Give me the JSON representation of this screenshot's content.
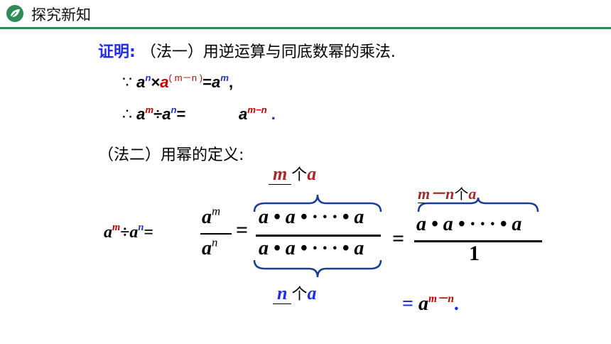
{
  "header": {
    "section_title": "探究新知",
    "accent_color": "#2e8b57",
    "icon": "leaf-logo-icon"
  },
  "proof": {
    "heading": "证明:",
    "method1_text": "（法一）用逆运算与同底数幂的乘法.",
    "because_symbol": "∵",
    "line1": {
      "a1": "a",
      "n1": "n",
      "times": "×",
      "a2": "a",
      "blank_exp": "( m－n )",
      "eq": "=",
      "a3": "a",
      "m1": "m",
      "comma": ","
    },
    "therefore_symbol": "∴",
    "line2": {
      "a1": "a",
      "m": "m",
      "div": "÷",
      "a2": "a",
      "n": "n",
      "eq": "=",
      "result_a": "a",
      "result_exp": "m−n",
      "period": "."
    },
    "method2_text": "（法二）用幂的定义:"
  },
  "definition": {
    "top_label": {
      "count": "m",
      "ge": "个",
      "a": "a"
    },
    "bottom_label": {
      "count": "n",
      "ge": "个",
      "a": "a"
    },
    "right_label": {
      "count": "m－n",
      "ge": "个",
      "a": "a"
    },
    "lhs": {
      "a1": "a",
      "m": "m",
      "div": "÷",
      "a2": "a",
      "n": "n",
      "eq": "="
    },
    "fraction1": {
      "num_a": "a",
      "num_exp": "m",
      "den_a": "a",
      "den_exp": "n"
    },
    "eq1": "=",
    "product_top": "a • a • · · · • a",
    "product_bottom": "a • a • · · · • a",
    "eq2": "=",
    "product_result": "a • a • · · · • a",
    "denominator_one": "1",
    "final": {
      "eq": "=",
      "a": "a",
      "exp": "m－n",
      "period": "."
    }
  }
}
